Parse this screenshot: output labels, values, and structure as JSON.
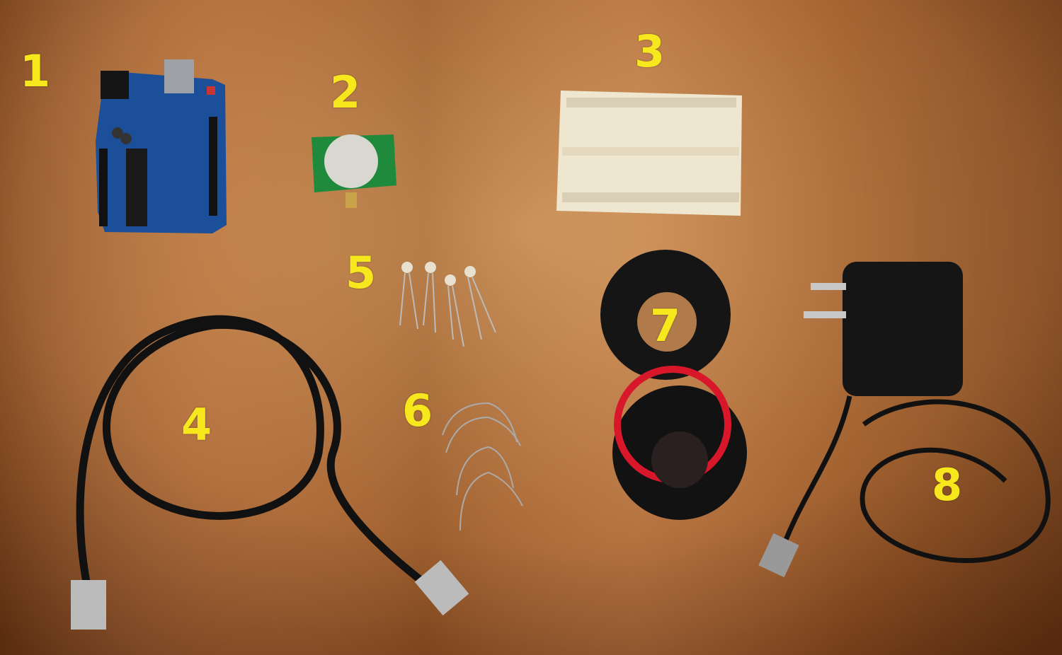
{
  "colors": {
    "label": "#f6e81c",
    "wood_light": "#c98a4e",
    "wood_dark": "#7a3f17",
    "arduino_blue": "#1c4f9a",
    "pir_green": "#1f8a3c",
    "breadboard": "#efe6cf",
    "cable": "#111111",
    "wire_red": "#d8182a"
  },
  "labels": [
    {
      "number": "1",
      "item": "arduino-uno-board"
    },
    {
      "number": "2",
      "item": "pir-motion-sensor"
    },
    {
      "number": "3",
      "item": "breadboard"
    },
    {
      "number": "4",
      "item": "usb-cable"
    },
    {
      "number": "5",
      "item": "leds"
    },
    {
      "number": "6",
      "item": "resistors"
    },
    {
      "number": "7",
      "item": "wire-spools"
    },
    {
      "number": "8",
      "item": "power-adapter"
    }
  ]
}
